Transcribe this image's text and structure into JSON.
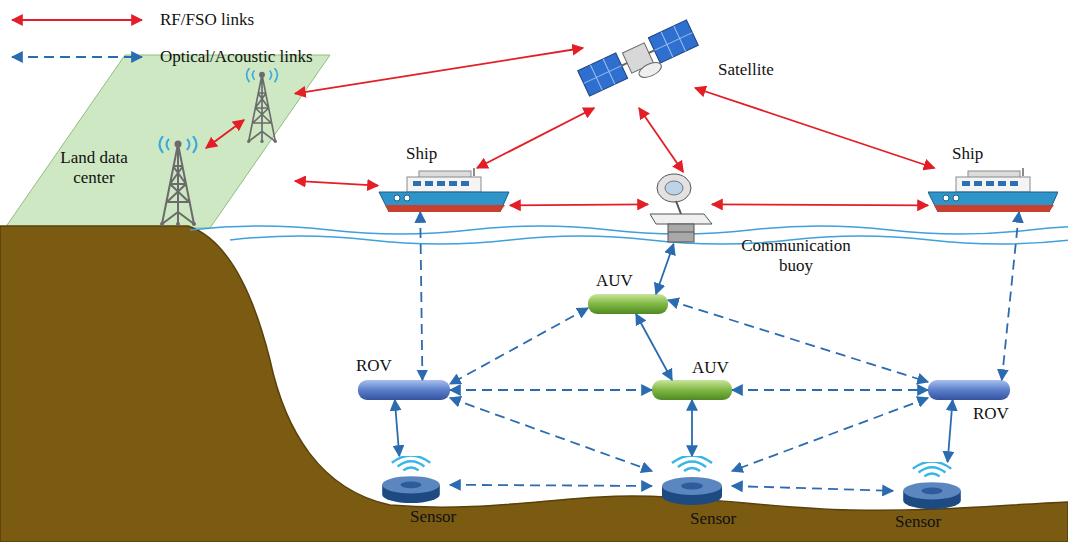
{
  "diagram": {
    "nodes": [
      {
        "text": [
          "Land data center"
        ]
      },
      {
        "text": [
          "Satellite"
        ]
      },
      {
        "text": [
          "Ship"
        ]
      },
      {
        "text": [
          "Communication buoy"
        ]
      },
      {
        "text": [
          "Ship"
        ]
      },
      {
        "text": [
          "AUV"
        ]
      },
      {
        "text": [
          "ROV"
        ]
      },
      {
        "text": [
          "AUV"
        ]
      },
      {
        "text": [
          "ROV"
        ]
      },
      {
        "text": [
          "Sensor"
        ]
      },
      {
        "text": [
          "Sensor"
        ]
      },
      {
        "text": [
          "Sensor"
        ]
      }
    ],
    "edges": [
      {
        "from": 0,
        "to": 1,
        "arrow": "both"
      },
      {
        "from": 0,
        "to": 2,
        "arrow": "both"
      },
      {
        "from": 1,
        "to": 2,
        "arrow": "both"
      },
      {
        "from": 1,
        "to": 3,
        "arrow": "both"
      },
      {
        "from": 1,
        "to": 4,
        "arrow": "both"
      },
      {
        "from": 2,
        "to": 3,
        "arrow": "both"
      },
      {
        "from": 3,
        "to": 4,
        "arrow": "both"
      },
      {
        "from": 2,
        "to": 6,
        "arrow": "both"
      },
      {
        "from": 3,
        "to": 5,
        "arrow": "both"
      },
      {
        "from": 4,
        "to": 8,
        "arrow": "both"
      },
      {
        "from": 5,
        "to": 6,
        "arrow": "both"
      },
      {
        "from": 5,
        "to": 7,
        "arrow": "both"
      },
      {
        "from": 5,
        "to": 8,
        "arrow": "both"
      },
      {
        "from": 6,
        "to": 7,
        "arrow": "both"
      },
      {
        "from": 7,
        "to": 8,
        "arrow": "both"
      },
      {
        "from": 6,
        "to": 9,
        "arrow": "both"
      },
      {
        "from": 6,
        "to": 10,
        "arrow": "both"
      },
      {
        "from": 7,
        "to": 10,
        "arrow": "both"
      },
      {
        "from": 8,
        "to": 10,
        "arrow": "both"
      },
      {
        "from": 8,
        "to": 11,
        "arrow": "both"
      },
      {
        "from": 9,
        "to": 10,
        "arrow": "both"
      },
      {
        "from": 10,
        "to": 11,
        "arrow": "both"
      }
    ],
    "legend": [
      {
        "text": "RF/FSO links"
      },
      {
        "text": "Optical/Acoustic links"
      }
    ]
  }
}
